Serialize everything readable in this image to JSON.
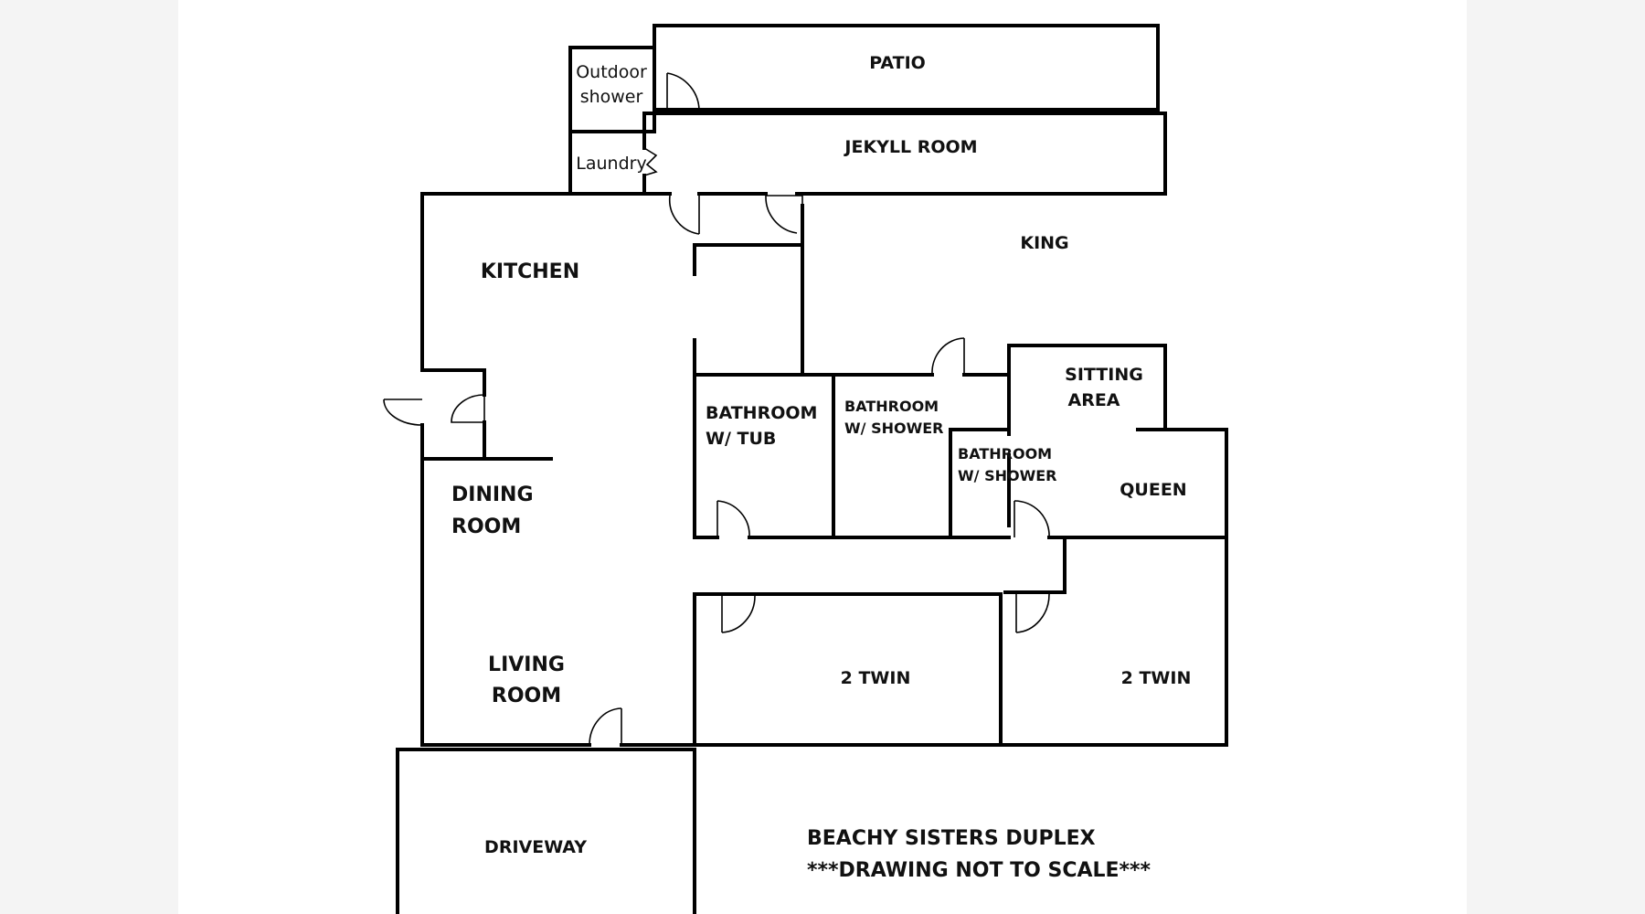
{
  "rooms": {
    "outdoor_shower": [
      "Outdoor",
      "shower"
    ],
    "patio": "PATIO",
    "laundry": "Laundry",
    "jekyll_room": "JEKYLL ROOM",
    "kitchen": "KITCHEN",
    "king": "KING",
    "sitting_area": [
      "SITTING",
      "AREA"
    ],
    "bathroom_tub": [
      "BATHROOM",
      "W/ TUB"
    ],
    "bathroom_shower_1": [
      "BATHROOM",
      "W/ SHOWER"
    ],
    "bathroom_shower_2": [
      "BATHROOM",
      "W/ SHOWER"
    ],
    "queen": "QUEEN",
    "dining_room": [
      "DINING",
      "ROOM"
    ],
    "living_room": [
      "LIVING",
      "ROOM"
    ],
    "twin_1": "2 TWIN",
    "twin_2": "2 TWIN",
    "driveway": "DRIVEWAY"
  },
  "caption": {
    "title": "BEACHY SISTERS DUPLEX",
    "note": "***DRAWING NOT TO SCALE***"
  },
  "colors": {
    "background": "#ffffff",
    "margin": "#f4f4f4",
    "wall": "#000000"
  }
}
